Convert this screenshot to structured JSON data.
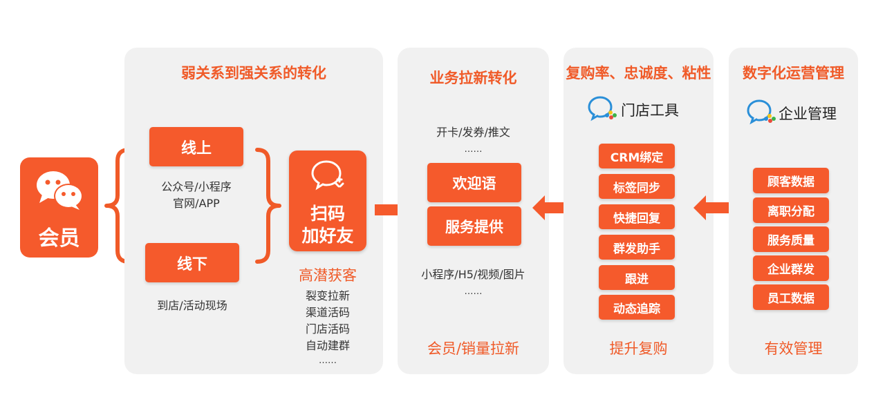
{
  "member": {
    "label": "会员"
  },
  "panel1": {
    "title": "弱关系到强关系的转化",
    "online": {
      "label": "线上",
      "desc1": "公众号/小程序",
      "desc2": "官网/APP"
    },
    "offline": {
      "label": "线下",
      "desc": "到店/活动现场"
    },
    "scan": {
      "line1": "扫码",
      "line2": "加好友"
    },
    "subtitle": "高潜获客",
    "items": [
      "裂变拉新",
      "渠道活码",
      "门店活码",
      "自动建群",
      "……"
    ]
  },
  "panel2": {
    "title": "业务拉新转化",
    "top_text": "开卡/发券/推文",
    "top_ellipsis": "……",
    "buttons": [
      "欢迎语",
      "服务提供"
    ],
    "bottom_text": "小程序/H5/视频/图片",
    "bottom_ellipsis": "……",
    "footer": "会员/销量拉新"
  },
  "panel3": {
    "title": "复购率、忠诚度、粘性",
    "tool_label": "门店工具",
    "buttons": [
      "CRM绑定",
      "标签同步",
      "快捷回复",
      "群发助手",
      "跟进",
      "动态追踪"
    ],
    "footer": "提升复购"
  },
  "panel4": {
    "title": "数字化运营管理",
    "tool_label": "企业管理",
    "buttons": [
      "顾客数据",
      "离职分配",
      "服务质量",
      "企业群发",
      "员工数据"
    ],
    "footer": "有效管理"
  },
  "colors": {
    "accent": "#f55a2c",
    "accent_text": "#f05a28",
    "panel_bg": "#f1f1f1"
  }
}
